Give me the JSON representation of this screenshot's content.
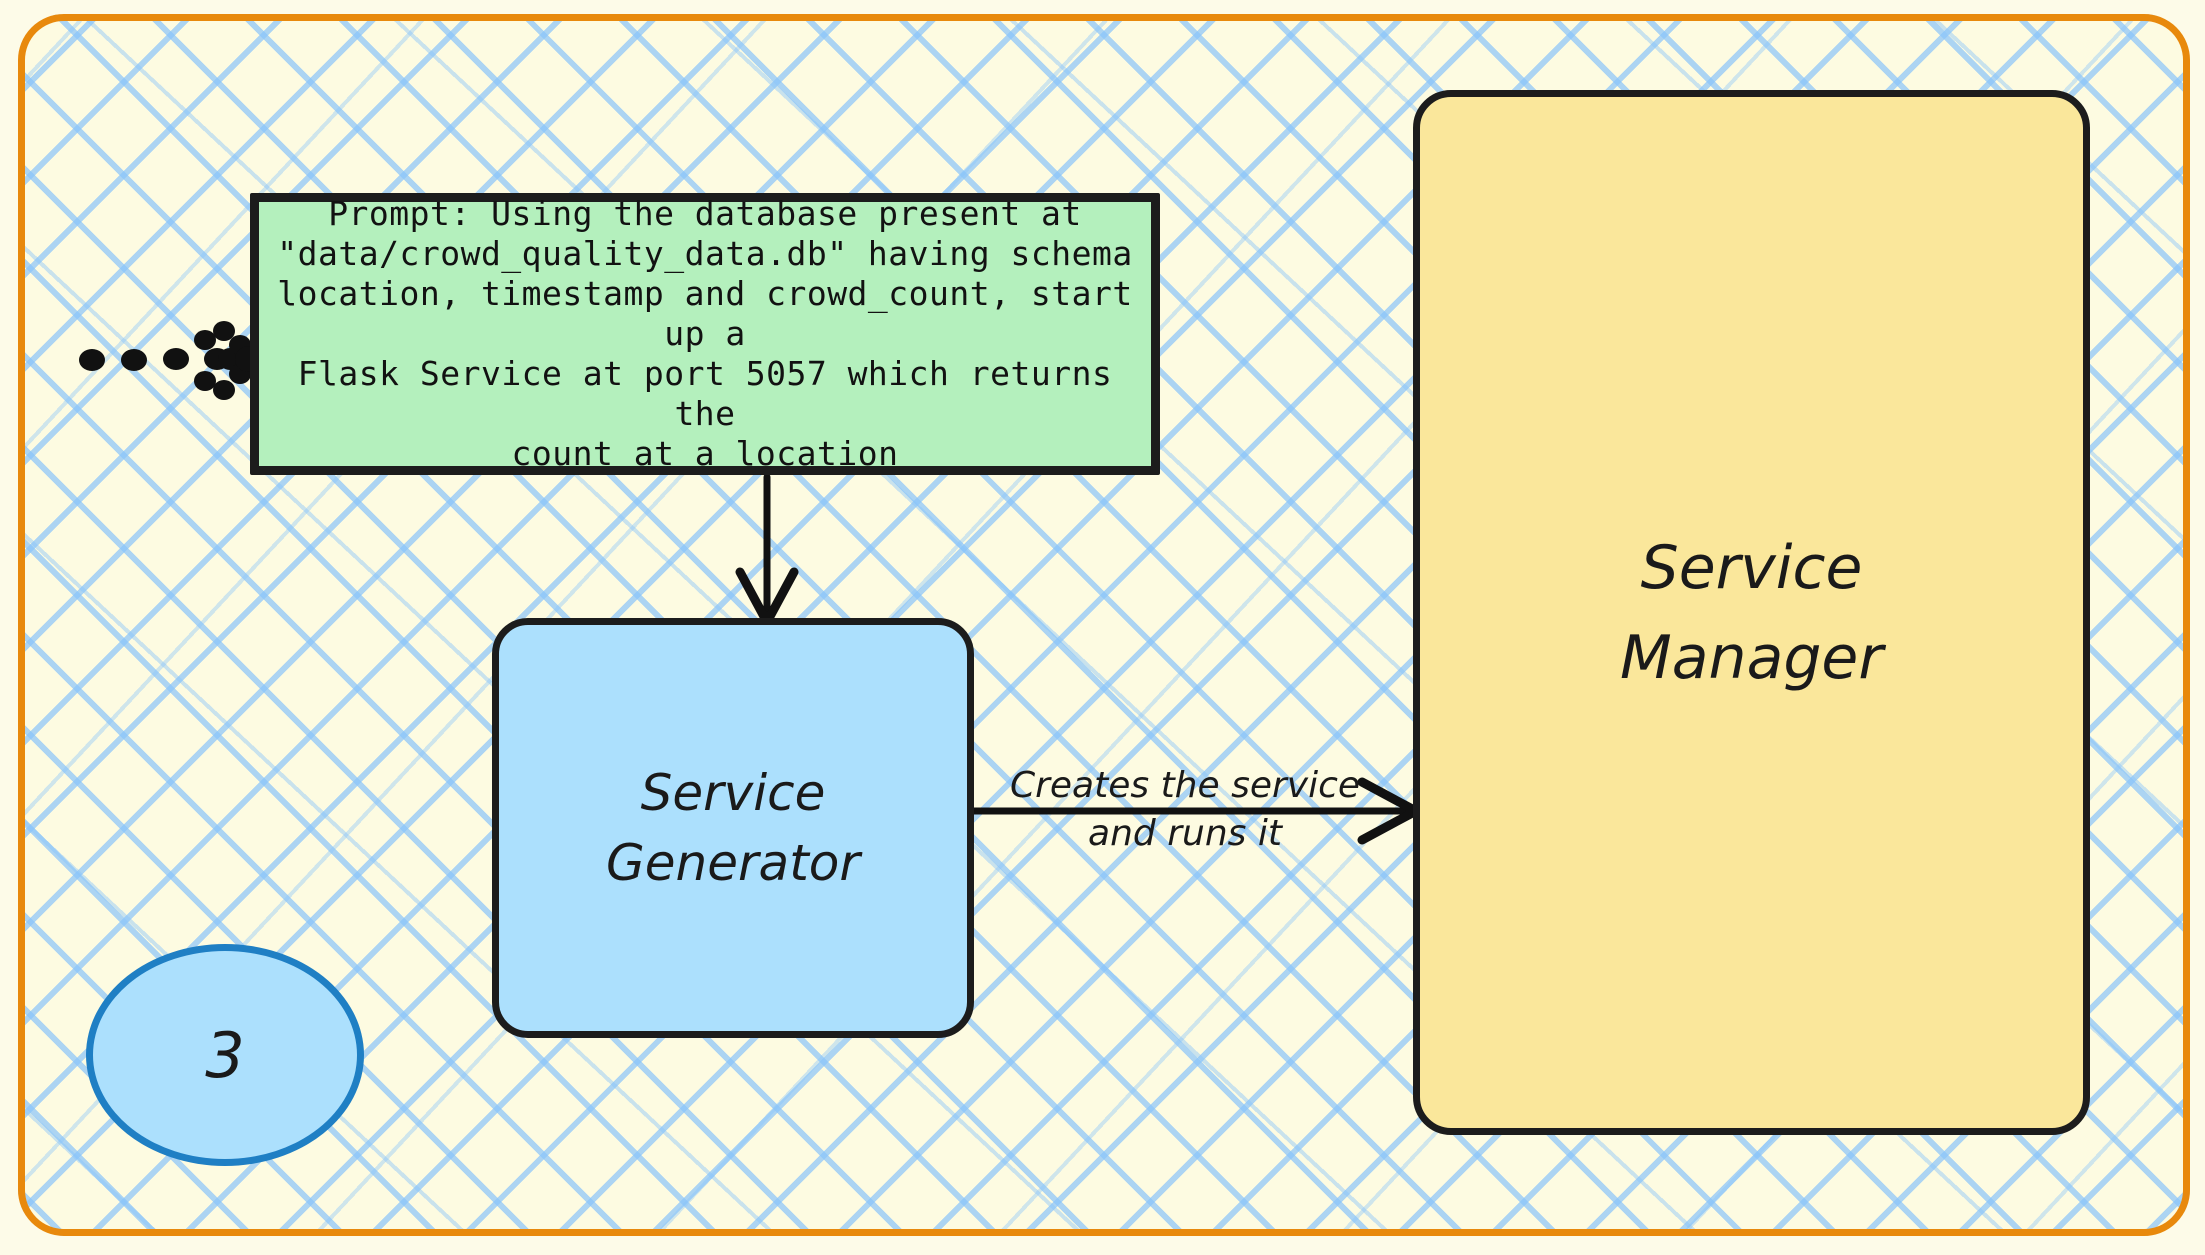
{
  "diagram": {
    "frame": {
      "border_color": "#e8890c",
      "background_color": "#fdfbe1",
      "hatch_color": "#89c4fa"
    },
    "nodes": [
      {
        "id": "prompt",
        "shape": "rectangle",
        "label": "Prompt: Using the database present at\n\"data/crowd_quality_data.db\" having schema\nlocation, timestamp and crowd_count, start up a\nFlask Service at port 5057 which returns the\ncount at a location",
        "fill": "#b4f0bd",
        "stroke": "#1c1c1c"
      },
      {
        "id": "service-generator",
        "shape": "rounded-rectangle",
        "label": "Service\nGenerator",
        "fill": "#ace0fd",
        "stroke": "#1c1c1c"
      },
      {
        "id": "service-manager",
        "shape": "rounded-rectangle",
        "label": "Service\nManager",
        "fill": "#fae79b",
        "stroke": "#1c1c1c"
      }
    ],
    "badge": {
      "label": "3",
      "fill": "#ace0fd",
      "stroke": "#1f7fc4"
    },
    "edges": [
      {
        "id": "input-to-prompt",
        "from": "",
        "to": "prompt",
        "label": "",
        "style": "dotted",
        "color": "#111111"
      },
      {
        "id": "prompt-to-generator",
        "from": "prompt",
        "to": "service-generator",
        "label": "",
        "style": "solid",
        "color": "#111111"
      },
      {
        "id": "generator-to-manager",
        "from": "service-generator",
        "to": "service-manager",
        "label": "Creates the service\nand runs it",
        "style": "solid",
        "color": "#111111"
      }
    ]
  }
}
